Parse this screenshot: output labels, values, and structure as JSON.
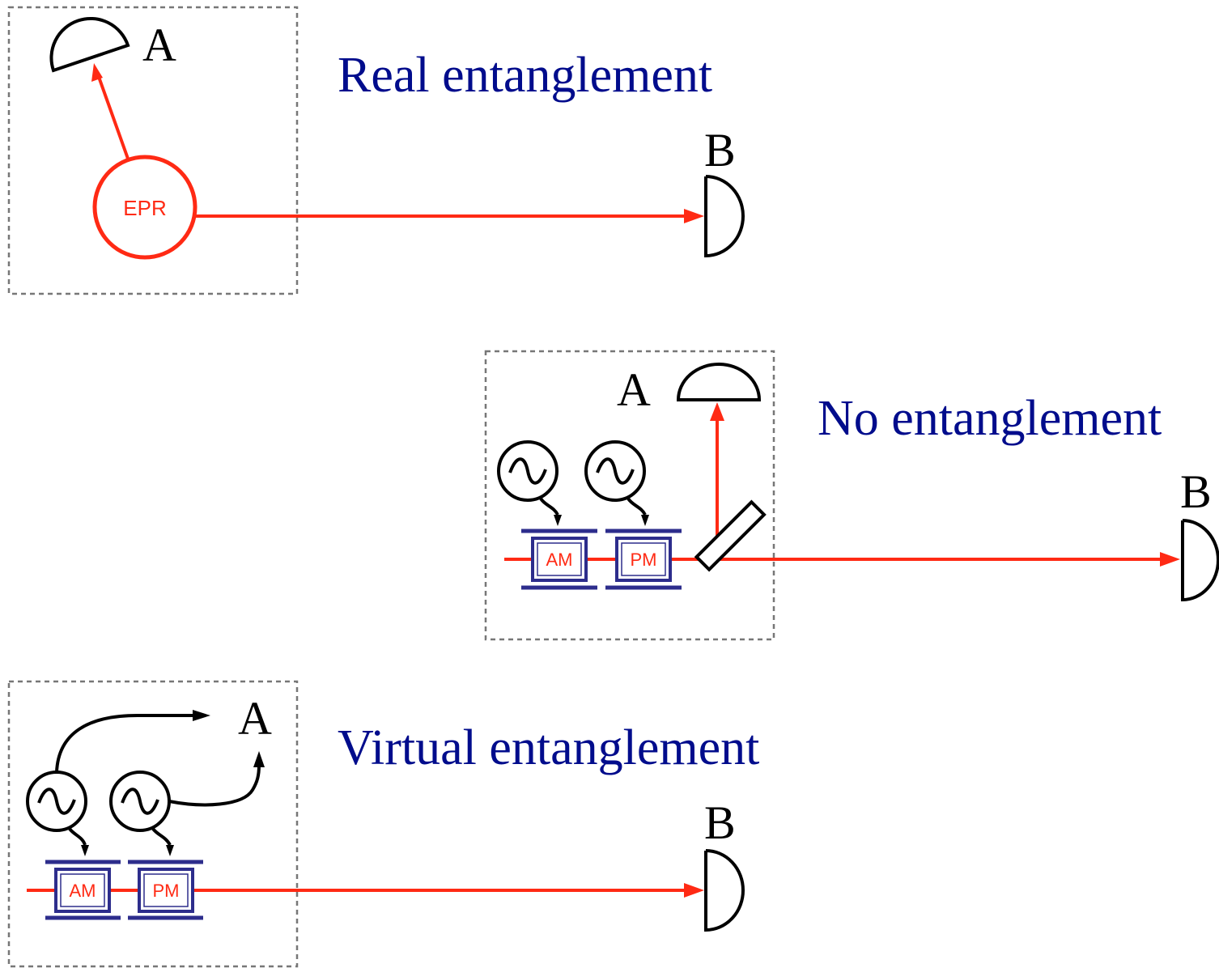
{
  "panels": {
    "real": {
      "title": "Real entanglement",
      "label_a": "A",
      "label_b": "B",
      "source_label": "EPR"
    },
    "none": {
      "title": "No entanglement",
      "label_a": "A",
      "label_b": "B",
      "am_label": "AM",
      "pm_label": "PM"
    },
    "virtual": {
      "title": "Virtual entanglement",
      "label_a": "A",
      "label_b": "B",
      "am_label": "AM",
      "pm_label": "PM"
    }
  },
  "colors": {
    "beam": "#ff2a14",
    "title_text": "#000c8c",
    "modulator": "#2d2d8c",
    "outline": "#000000",
    "dashed_box": "#777777"
  },
  "icons": [
    "detector-icon",
    "oscillator-icon",
    "beam-splitter-icon",
    "epr-source-icon",
    "modulator-icon"
  ]
}
